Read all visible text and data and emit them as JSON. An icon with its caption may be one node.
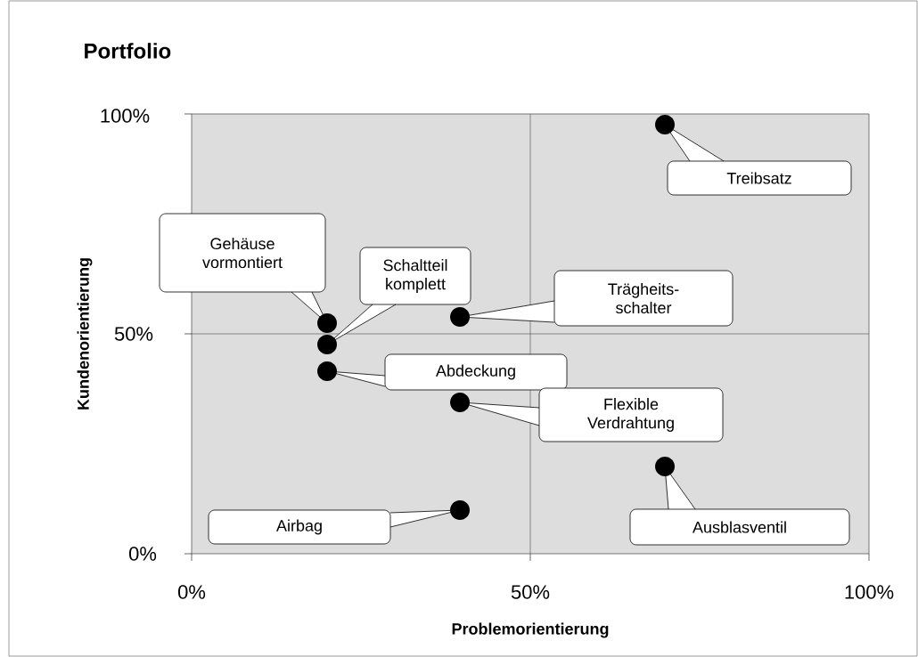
{
  "diagram": {
    "title": "Portfolio",
    "nodes": [
      {
        "text": [
          "Treibsatz"
        ]
      },
      {
        "text": [
          "Gehäuse vormontiert"
        ]
      },
      {
        "text": [
          "Schaltteil komplett"
        ]
      },
      {
        "text": [
          "Trägheits- schalter"
        ]
      },
      {
        "text": [
          "Abdeckung"
        ]
      },
      {
        "text": [
          "Flexible Verdrahtung"
        ]
      },
      {
        "text": [
          "Airbag"
        ]
      },
      {
        "text": [
          "Ausblasventil"
        ]
      },
      {
        "text": [],
        "shape": "circle"
      },
      {
        "text": [],
        "shape": "circle"
      },
      {
        "text": [],
        "shape": "circle"
      },
      {
        "text": [],
        "shape": "circle"
      },
      {
        "text": [],
        "shape": "circle"
      },
      {
        "text": [],
        "shape": "circle"
      },
      {
        "text": [],
        "shape": "circle"
      },
      {
        "text": [],
        "shape": "circle"
      }
    ],
    "edges": [
      {
        "from": 0,
        "to": 14,
        "arrow": "none"
      },
      {
        "from": 1,
        "to": 8,
        "arrow": "none"
      },
      {
        "from": 2,
        "to": 9,
        "arrow": "none"
      },
      {
        "from": 3,
        "to": 11,
        "arrow": "none"
      },
      {
        "from": 4,
        "to": 10,
        "arrow": "none"
      },
      {
        "from": 5,
        "to": 12,
        "arrow": "none"
      },
      {
        "from": 6,
        "to": 13,
        "arrow": "none"
      },
      {
        "from": 7,
        "to": 15,
        "arrow": "none"
      }
    ],
    "labels": [
      "100%",
      "Kundenorientierung",
      "50%",
      "0%",
      "0%",
      "50%",
      "100%",
      "Problemorientierung"
    ]
  }
}
